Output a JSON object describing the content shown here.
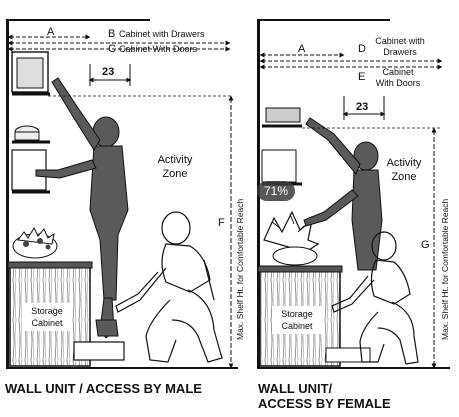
{
  "left_panel": {
    "dim_a": "A",
    "dim_b": "B",
    "dim_b_text": "Cabinet with Drawers",
    "dim_c": "C",
    "dim_c_text": "Cabinet With Doors",
    "dim_23": "23",
    "activity_zone": [
      "Activity",
      "Zone"
    ],
    "storage": [
      "Storage",
      "Cabinet"
    ],
    "dim_f": "F",
    "vertical_label": "Max. Shelf Ht. for Comfortable Reach",
    "caption": "WALL UNIT / ACCESS BY MALE"
  },
  "right_panel": {
    "dim_a": "A",
    "dim_d": "D",
    "dim_d_text": [
      "Cabinet with",
      "Drawers"
    ],
    "dim_e": "E",
    "dim_e_text": [
      "Cabinet",
      "With Doors"
    ],
    "dim_23": "23",
    "activity_zone": [
      "Activity",
      "Zone"
    ],
    "storage": [
      "Storage",
      "Cabinet"
    ],
    "dim_g": "G",
    "vertical_label": "Max. Shelf Ht. for Comfortable Reach",
    "caption_line1": "WALL UNIT/",
    "caption_line2": "ACCESS BY FEMALE"
  },
  "zoom_badge": "71%"
}
